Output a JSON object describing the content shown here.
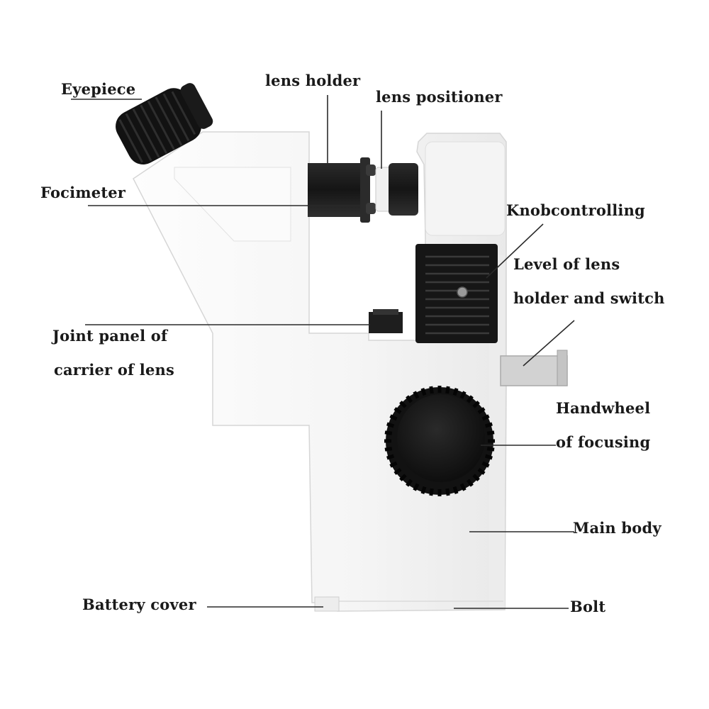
{
  "labels": {
    "eyepiece": "Eyepiece",
    "lens_holder": "lens holder",
    "lens_positioner": "lens positioner",
    "focimeter": "Focimeter",
    "knob_line1": "Knobcontrolling",
    "knob_line2": "Level of lens",
    "knob_line3": "holder and switch",
    "joint_line1": "Joint panel of",
    "joint_line2": "carrier of lens",
    "handwheel_line1": "Handwheel",
    "handwheel_line2": "of focusing",
    "main_body": "Main body",
    "battery_cover": "Battery cover",
    "bolt": "Bolt"
  },
  "colors": {
    "background": "#ffffff",
    "body": "#f6f6f6",
    "body_shadow": "#e3e3e3",
    "knob": "#1c1c1c",
    "text": "#1a1a1a",
    "leader": "#2a2a2a"
  }
}
